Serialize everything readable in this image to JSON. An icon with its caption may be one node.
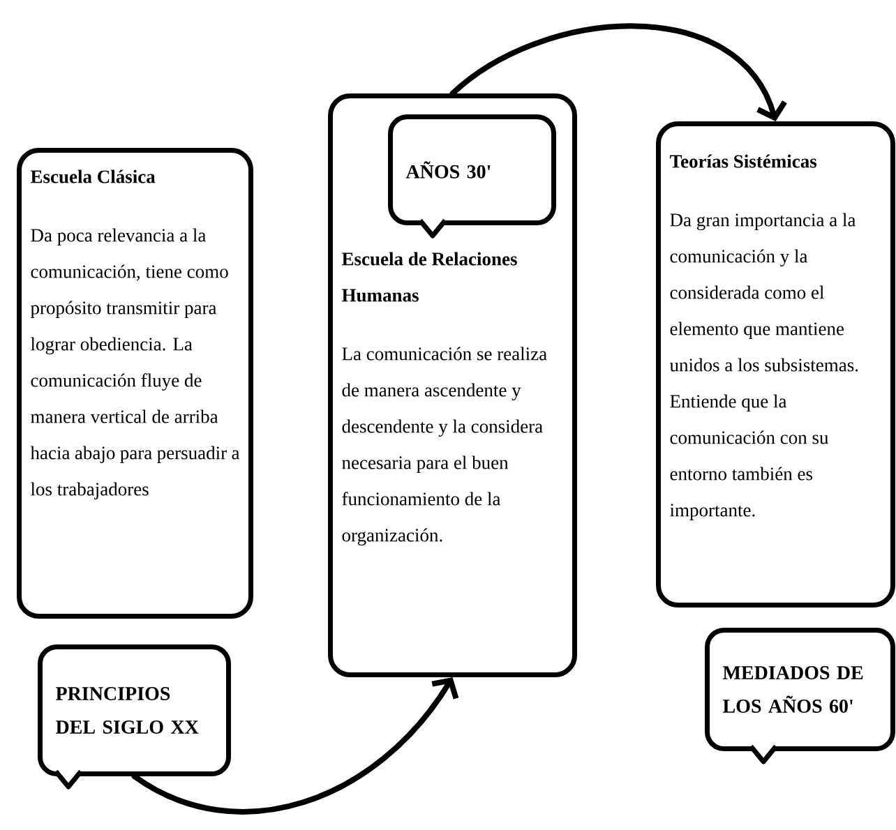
{
  "diagram": {
    "nodes": [
      {
        "text": [
          "Escuela Clásica",
          "Da poca relevancia a la comunicación, tiene como propósito transmitir para lograr obediencia. La comunicación fluye de manera vertical de arriba hacia abajo para persuadir a los trabajadores"
        ]
      },
      {
        "text": [
          "PRINCIPIOS DEL SIGLO XX"
        ]
      },
      {
        "text": [
          "Escuela de Relaciones Humanas",
          "La comunicación se realiza de manera ascendente y descendente y la considera necesaria para el buen funcionamiento de la organización."
        ]
      },
      {
        "text": [
          "AÑOS 30'"
        ],
        "in": 2
      },
      {
        "text": [
          "Teorías Sistémicas",
          "Da gran importancia a la comunicación y la considerada como el elemento que mantiene unidos a los subsistemas. Entiende que la comunicación con su entorno también es importante."
        ]
      },
      {
        "text": [
          "MEDIADOS DE LOS AÑOS 60'"
        ]
      }
    ],
    "edges": [
      {
        "from": 1,
        "to": 2,
        "arrow": "to"
      },
      {
        "from": 2,
        "to": 4,
        "arrow": "to"
      }
    ]
  }
}
